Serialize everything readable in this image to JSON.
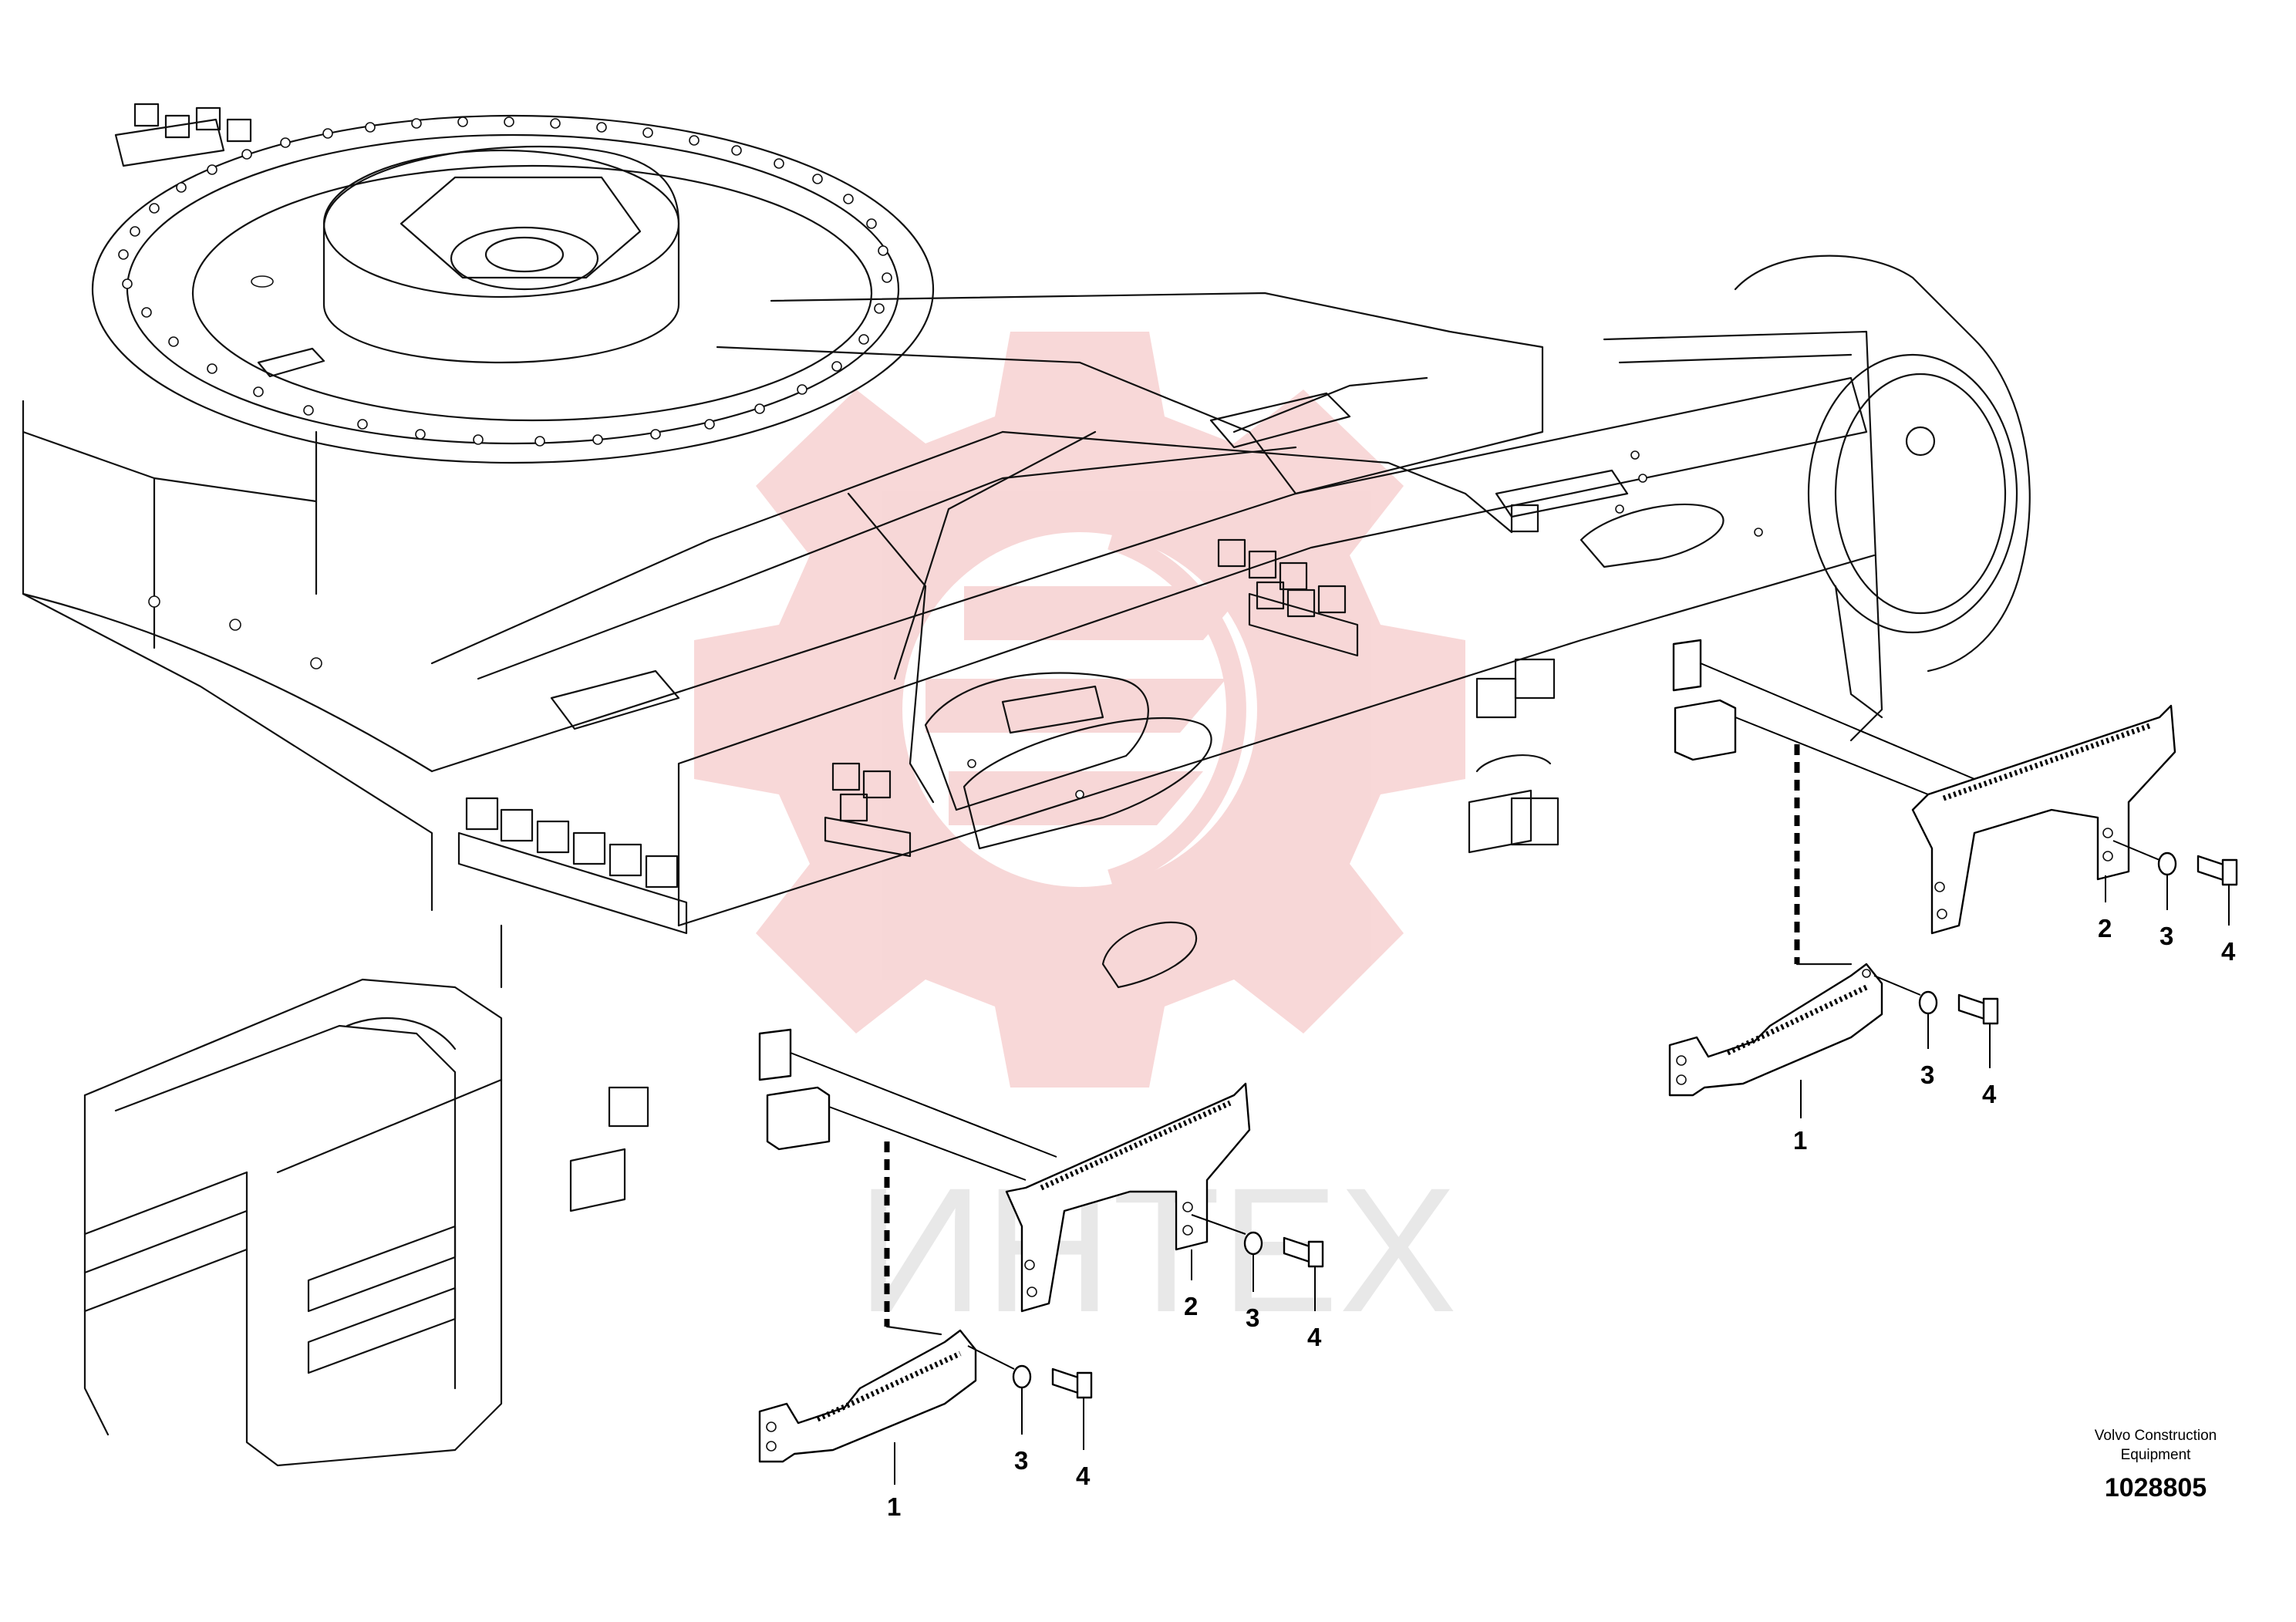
{
  "diagram": {
    "callouts": {
      "c1": "1",
      "c2": "2",
      "c3": "3",
      "c4": "4"
    },
    "credit_line1": "Volvo Construction",
    "credit_line2": "Equipment",
    "reference_number": "1028805",
    "watermark_text": "ИНТЕХ",
    "watermark_color": "#f2b8b8",
    "line_color": "#111111"
  }
}
